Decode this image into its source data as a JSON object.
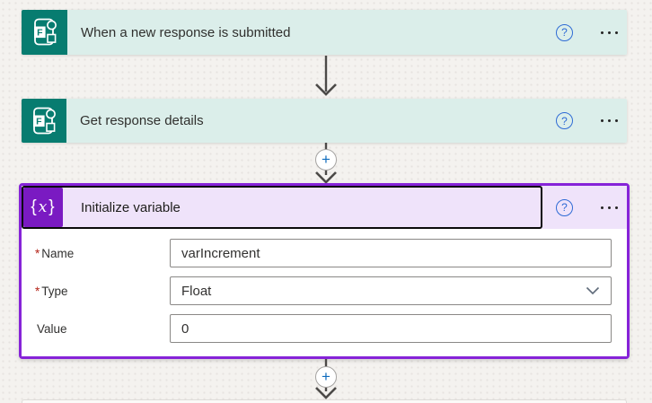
{
  "flow": {
    "trigger_card": {
      "title": "When a new response is submitted",
      "icon": "microsoft-forms",
      "help": "?"
    },
    "action_card_forms": {
      "title": "Get response details",
      "icon": "microsoft-forms",
      "help": "?"
    },
    "variable_card": {
      "title": "Initialize variable",
      "icon": "variable",
      "icon_glyph": {
        "open": "{",
        "x": "x",
        "close": "}"
      },
      "help": "?",
      "fields": {
        "name": {
          "label": "Name",
          "required_marker": "*",
          "value": "varIncrement"
        },
        "type": {
          "label": "Type",
          "required_marker": "*",
          "value": "Float"
        },
        "value": {
          "label": "Value",
          "required_marker": "",
          "value": "0"
        }
      }
    },
    "insert_step_label": "+"
  },
  "colors": {
    "forms_teal": "#077c70",
    "forms_header_bg": "#dbeeea",
    "variable_purple": "#7a1ac2",
    "selection_border": "#8623d8",
    "variable_header_bg": "#efe3fa",
    "help_blue": "#2e6bd5",
    "insert_plus_blue": "#0f6cbd",
    "canvas_bg": "#f4f2ef"
  }
}
